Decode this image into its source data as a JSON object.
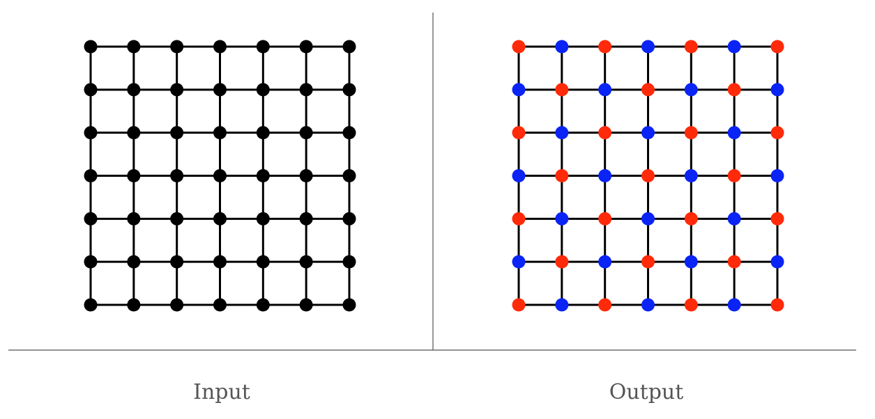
{
  "panels": [
    {
      "id": "input",
      "caption": "Input",
      "grid": {
        "rows": 7,
        "cols": 7,
        "node_colors": [
          [
            "black",
            "black",
            "black",
            "black",
            "black",
            "black",
            "black"
          ],
          [
            "black",
            "black",
            "black",
            "black",
            "black",
            "black",
            "black"
          ],
          [
            "black",
            "black",
            "black",
            "black",
            "black",
            "black",
            "black"
          ],
          [
            "black",
            "black",
            "black",
            "black",
            "black",
            "black",
            "black"
          ],
          [
            "black",
            "black",
            "black",
            "black",
            "black",
            "black",
            "black"
          ],
          [
            "black",
            "black",
            "black",
            "black",
            "black",
            "black",
            "black"
          ],
          [
            "black",
            "black",
            "black",
            "black",
            "black",
            "black",
            "black"
          ]
        ]
      }
    },
    {
      "id": "output",
      "caption": "Output",
      "grid": {
        "rows": 7,
        "cols": 7,
        "node_colors": [
          [
            "red",
            "blue",
            "red",
            "blue",
            "red",
            "blue",
            "red"
          ],
          [
            "blue",
            "red",
            "blue",
            "red",
            "blue",
            "red",
            "blue"
          ],
          [
            "red",
            "blue",
            "red",
            "blue",
            "red",
            "blue",
            "red"
          ],
          [
            "blue",
            "red",
            "blue",
            "red",
            "blue",
            "red",
            "blue"
          ],
          [
            "red",
            "blue",
            "red",
            "blue",
            "red",
            "blue",
            "red"
          ],
          [
            "blue",
            "red",
            "blue",
            "red",
            "blue",
            "red",
            "blue"
          ],
          [
            "red",
            "blue",
            "red",
            "blue",
            "red",
            "blue",
            "red"
          ]
        ]
      }
    }
  ],
  "colors": {
    "black": "#000000",
    "red": "#ff2a0a",
    "blue": "#0a24f5",
    "edge": "#000000",
    "divider": "#555555"
  }
}
